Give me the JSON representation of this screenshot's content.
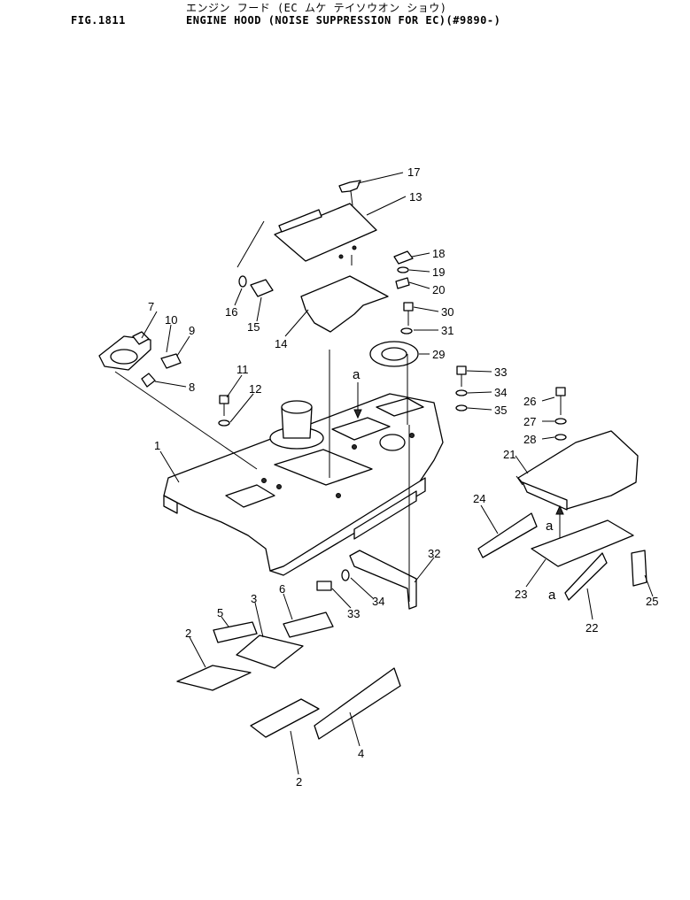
{
  "header": {
    "fig_number": "FIG.1811",
    "title_kana": "エンジン フード (EC ムケ テイソウオン ショウ)",
    "title_main": "ENGINE HOOD (NOISE SUPPRESSION FOR EC)(#9890-)"
  },
  "callouts": [
    "1",
    "2",
    "3",
    "4",
    "5",
    "6",
    "7",
    "8",
    "9",
    "10",
    "11",
    "12",
    "13",
    "14",
    "15",
    "16",
    "17",
    "18",
    "19",
    "20",
    "21",
    "22",
    "23",
    "24",
    "25",
    "26",
    "27",
    "28",
    "29",
    "30",
    "31",
    "32",
    "33",
    "34",
    "35"
  ],
  "second_instances": {
    "2": "2",
    "33": "33",
    "34": "34"
  },
  "reference_marks": [
    "a",
    "a",
    "a"
  ]
}
